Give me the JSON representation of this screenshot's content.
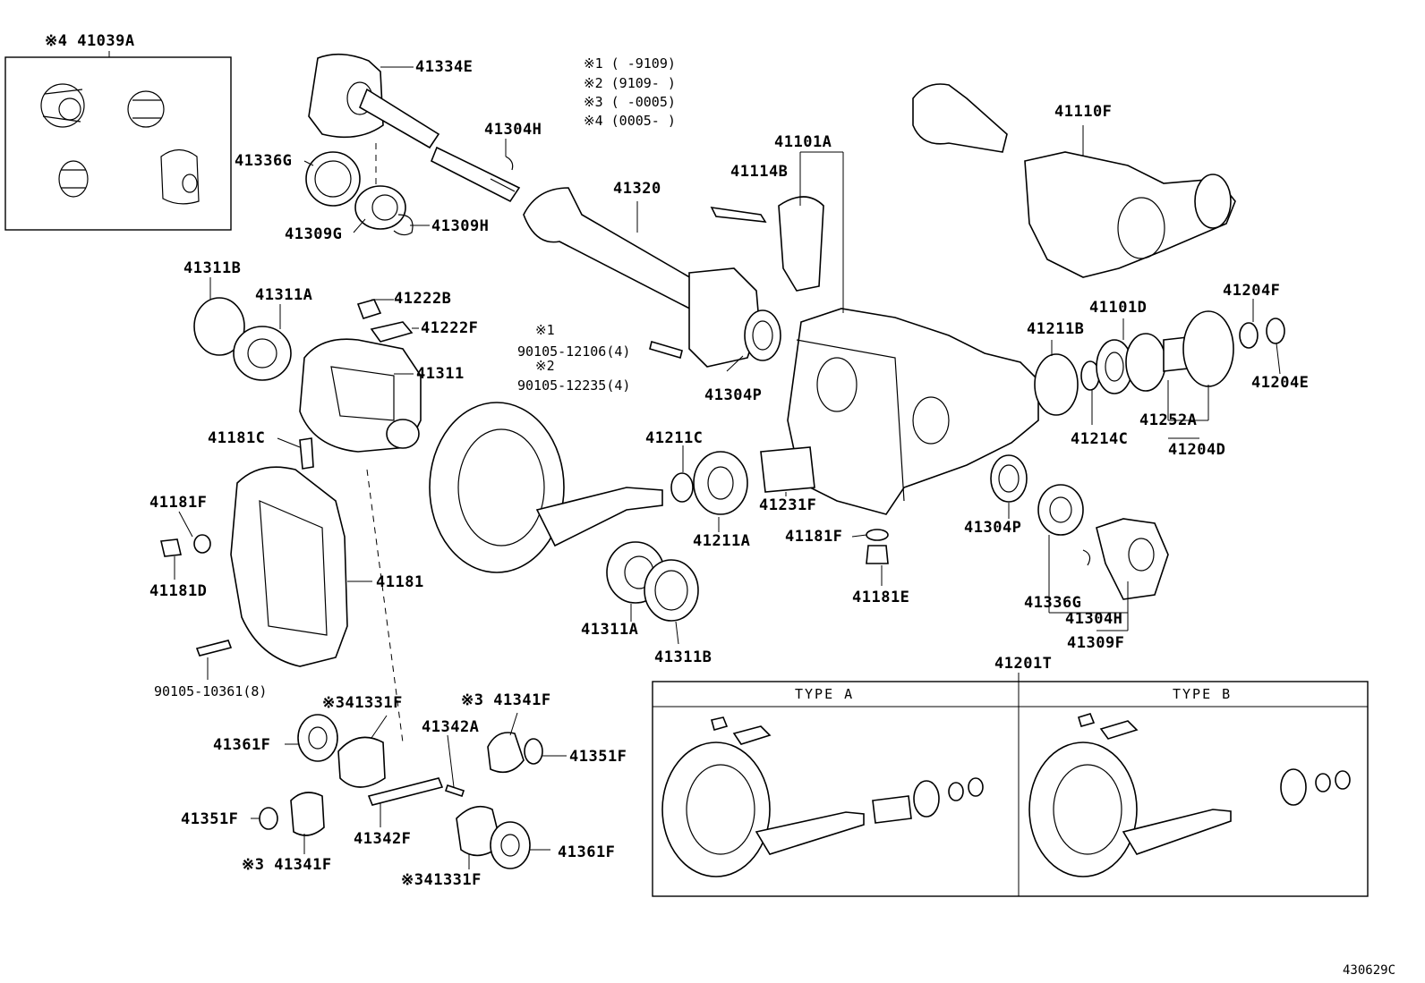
{
  "legend_notes": [
    "※1 (      -9109)",
    "※2 (9109-      )",
    "※3 (      -0005)",
    "※4 (0005-      )"
  ],
  "bolt_notes": {
    "n1": "※1",
    "b1": "90105-12106(4)",
    "n2": "※2",
    "b2": "90105-12235(4)"
  },
  "labels": {
    "kit_41039A": "※4 41039A",
    "p41334E": "41334E",
    "p41304H_top": "41304H",
    "p41336G_top": "41336G",
    "p41309G": "41309G",
    "p41309H": "41309H",
    "p41320": "41320",
    "p41101A": "41101A",
    "p41114B": "41114B",
    "p41110F": "41110F",
    "p41311B_top": "41311B",
    "p41311A_top": "41311A",
    "p41222B": "41222B",
    "p41222F": "41222F",
    "p41311": "41311",
    "p41304P_top": "41304P",
    "p41211B": "41211B",
    "p41101D": "41101D",
    "p41204F": "41204F",
    "p41204E": "41204E",
    "p41214C": "41214C",
    "p41252A": "41252A",
    "p41204D": "41204D",
    "p41181C": "41181C",
    "p41211C": "41211C",
    "p41211A": "41211A",
    "p41231F": "41231F",
    "p41181F_right": "41181F",
    "p41304P_right": "41304P",
    "p41181F_left": "41181F",
    "p41181D": "41181D",
    "p41181": "41181",
    "p41181E": "41181E",
    "p41336G_right": "41336G",
    "p41304H_right": "41304H",
    "p41309F": "41309F",
    "p41311A_bot": "41311A",
    "p41311B_bot": "41311B",
    "bolt_90105_10361": "90105-10361(8)",
    "p41201T": "41201T",
    "p41331F_a": "※341331F",
    "p41341F_a": "※3 41341F",
    "p41342A": "41342A",
    "p41361F_a": "41361F",
    "p41351F_a": "41351F",
    "p41351F_b": "41351F",
    "p41342F": "41342F",
    "p41361F_b": "41361F",
    "p41341F_b": "※3 41341F",
    "p41331F_b": "※341331F"
  },
  "type_table": {
    "type_a": "TYPE  A",
    "type_b": "TYPE  B"
  },
  "catalog_id": "430629C"
}
